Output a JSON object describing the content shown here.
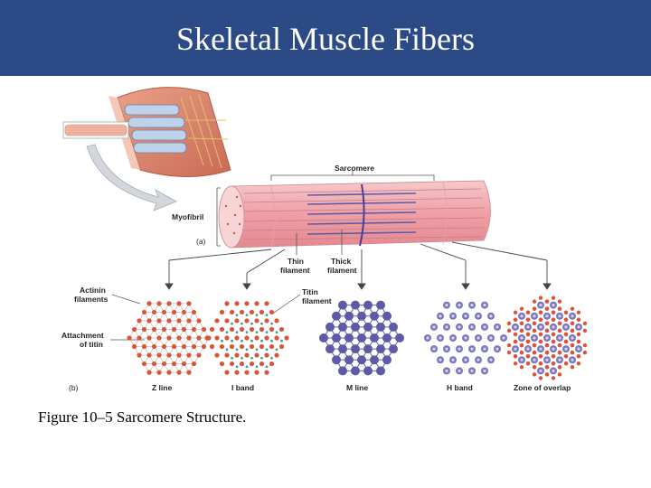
{
  "slide": {
    "title": "Skeletal Muscle Fibers",
    "caption": "Figure 10–5 Sarcomere Structure."
  },
  "figure": {
    "part_a_label": "(a)",
    "part_b_label": "(b)",
    "sarcomere": "Sarcomere",
    "myofibril": "Myofibril",
    "thin_filament": [
      "Thin",
      "filament"
    ],
    "thick_filament": [
      "Thick",
      "filament"
    ],
    "actinin_filaments": [
      "Actinin",
      "filaments"
    ],
    "attachment_of_titin": [
      "Attachment",
      "of titin"
    ],
    "titin_filament": [
      "Titin",
      "filament"
    ],
    "cross_sections": [
      "Z line",
      "I band",
      "M line",
      "H band",
      "Zone of overlap"
    ]
  },
  "colors": {
    "title_bar": "#2c4a86",
    "actin": "#d9553a",
    "myosin": "#5f5aa8",
    "titin": "#3aa28f",
    "myofibril": "#f2b3b6"
  }
}
